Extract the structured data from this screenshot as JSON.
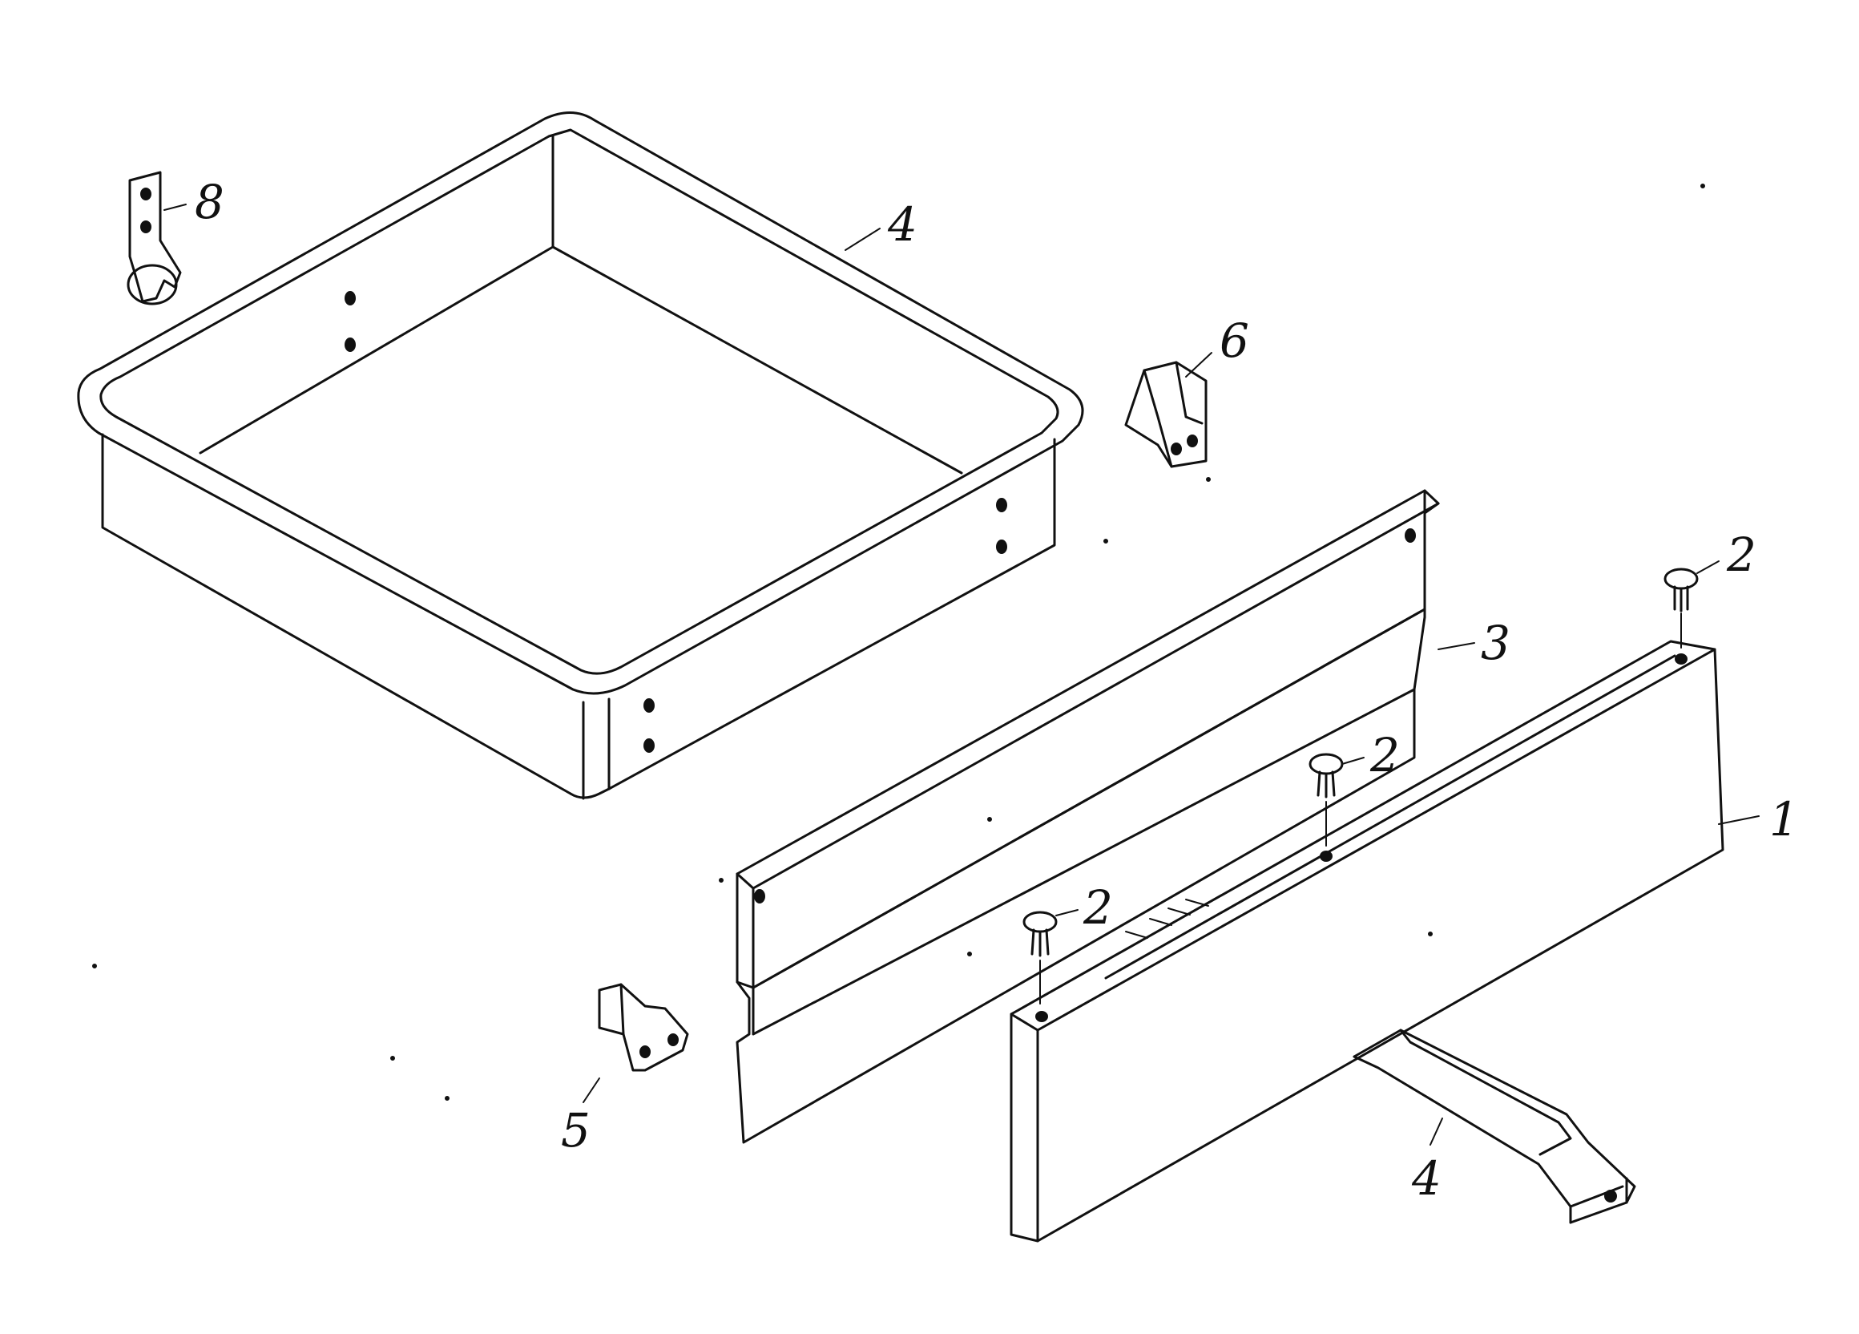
{
  "figure": {
    "colors": {
      "line": "#111111",
      "background": "#ffffff"
    },
    "parts": [
      {
        "id": "drawer-tray",
        "ref": "4"
      },
      {
        "id": "hanger-bracket",
        "ref": "8"
      },
      {
        "id": "angle-bracket-right",
        "ref": "6"
      },
      {
        "id": "angle-bracket-left",
        "ref": "5"
      },
      {
        "id": "rear-rail-panel",
        "ref": "3"
      },
      {
        "id": "front-panel",
        "ref": "1"
      },
      {
        "id": "rivet-top",
        "ref": "2"
      },
      {
        "id": "rivet-middle",
        "ref": "2"
      },
      {
        "id": "rivet-lower",
        "ref": "2"
      },
      {
        "id": "slide-rail",
        "ref": "4"
      }
    ]
  }
}
